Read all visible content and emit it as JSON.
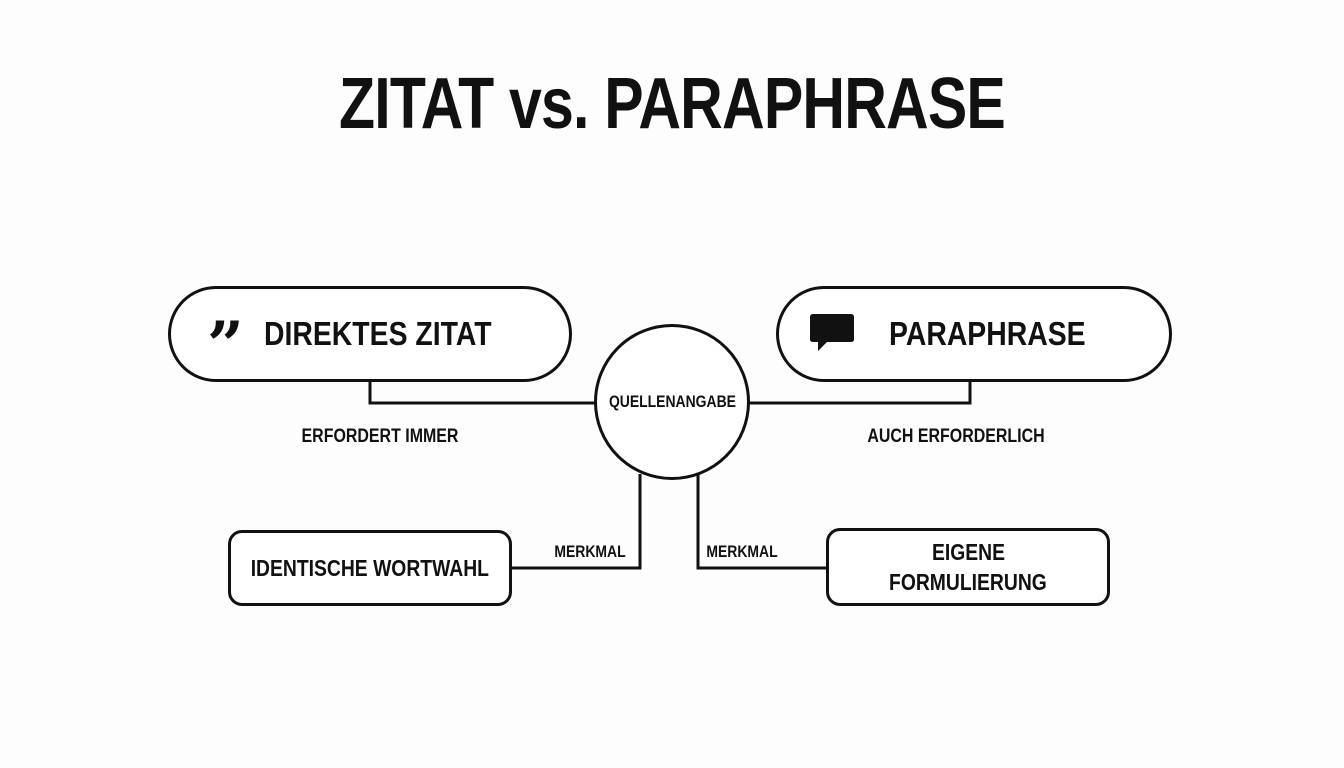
{
  "title": "ZITAT vs. PARAPHRASE",
  "center": {
    "label": "QUELLENANGABE"
  },
  "left_pill": {
    "icon": "quote-icon",
    "icon_glyph": "”",
    "label": "DIREKTES ZITAT"
  },
  "right_pill": {
    "icon": "speech-bubble-icon",
    "label": "PARAPHRASE"
  },
  "edges": {
    "left_requirement": "ERFORDERT IMMER",
    "right_requirement": "AUCH ERFORDERLICH",
    "left_feature": "MERKMAL",
    "right_feature": "MERKMAL"
  },
  "left_box": {
    "label": "IDENTISCHE WORTWAHL"
  },
  "right_box": {
    "line1": "EIGENE",
    "line2": "FORMULIERUNG"
  },
  "colors": {
    "stroke": "#111111",
    "background": "#fdfdfd",
    "fill": "#ffffff"
  }
}
